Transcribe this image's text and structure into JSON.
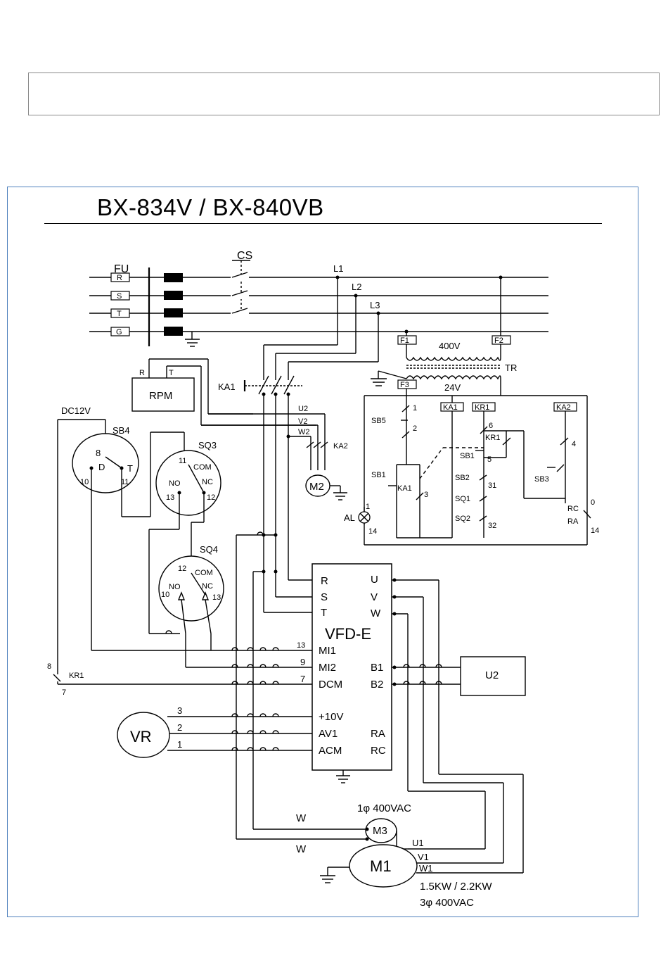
{
  "title": "BX-834V / BX-840VB",
  "labels": {
    "fu": "FU",
    "r": "R",
    "s": "S",
    "t": "T",
    "g": "G",
    "cs": "CS",
    "l1": "L1",
    "l2": "L2",
    "l3": "L3",
    "f1": "F1",
    "f2": "F2",
    "f3": "F3",
    "v400": "400V",
    "tr": "TR",
    "v24": "24V",
    "rpm": "RPM",
    "rpm_r": "R",
    "rpm_t": "T",
    "ka1": "KA1",
    "dc12v": "DC12V",
    "sb4": "SB4",
    "sq3": "SQ3",
    "sq4": "SQ4",
    "u2": "U2",
    "v2": "V2",
    "w2": "W2",
    "ka2": "KA2",
    "m2": "M2",
    "vfd": "VFD-E",
    "vr": "VR",
    "u2box": "U2",
    "m3": "M3",
    "m1": "M1",
    "ac1": "1φ 400VAC",
    "ac3": "3φ 400VAC",
    "power": "1.5KW / 2.2KW",
    "w_a": "W",
    "w_b": "W",
    "u1": "U1",
    "v1": "V1",
    "w1": "W1",
    "kr1_low": "KR1",
    "n8": "8",
    "n7": "7"
  },
  "sb4_terms": {
    "n8": "8",
    "d": "D",
    "t": "T",
    "n10": "10",
    "n11": "11"
  },
  "sq3_terms": {
    "n11": "11",
    "com": "COM",
    "no": "NO",
    "nc": "NC",
    "n13": "13",
    "n12": "12"
  },
  "sq4_terms": {
    "n12": "12",
    "com": "COM",
    "no": "NO",
    "nc": "NC",
    "n10": "10",
    "n13": "13"
  },
  "control": {
    "ka1": "KA1",
    "kr1": "KR1",
    "ka2": "KA2",
    "sb5": "SB5",
    "sb1a": "SB1",
    "sb1b": "SB1",
    "ka1b": "KA1",
    "kr1b": "KR1",
    "sb2": "SB2",
    "sq1": "SQ1",
    "sq2": "SQ2",
    "sb3": "SB3",
    "al": "AL",
    "rc": "RC",
    "ra": "RA",
    "n1": "1",
    "n2": "2",
    "n3": "3",
    "n4": "4",
    "n5": "5",
    "n6": "6",
    "n31": "31",
    "n32": "32",
    "n0": "0",
    "n14a": "14",
    "n14b": "14",
    "n1b": "1"
  },
  "vfd_left": [
    "R",
    "S",
    "T"
  ],
  "vfd_right": [
    "U",
    "V",
    "W"
  ],
  "vfd_inputs": [
    "MI1",
    "MI2",
    "DCM",
    "+10V",
    "AV1",
    "ACM"
  ],
  "vfd_input_nums": [
    "13",
    "9",
    "7",
    "3",
    "2",
    "1"
  ],
  "vfd_out2": [
    "B1",
    "B2",
    "RA",
    "RC"
  ],
  "vr_nums": [
    "3",
    "2",
    "1"
  ]
}
